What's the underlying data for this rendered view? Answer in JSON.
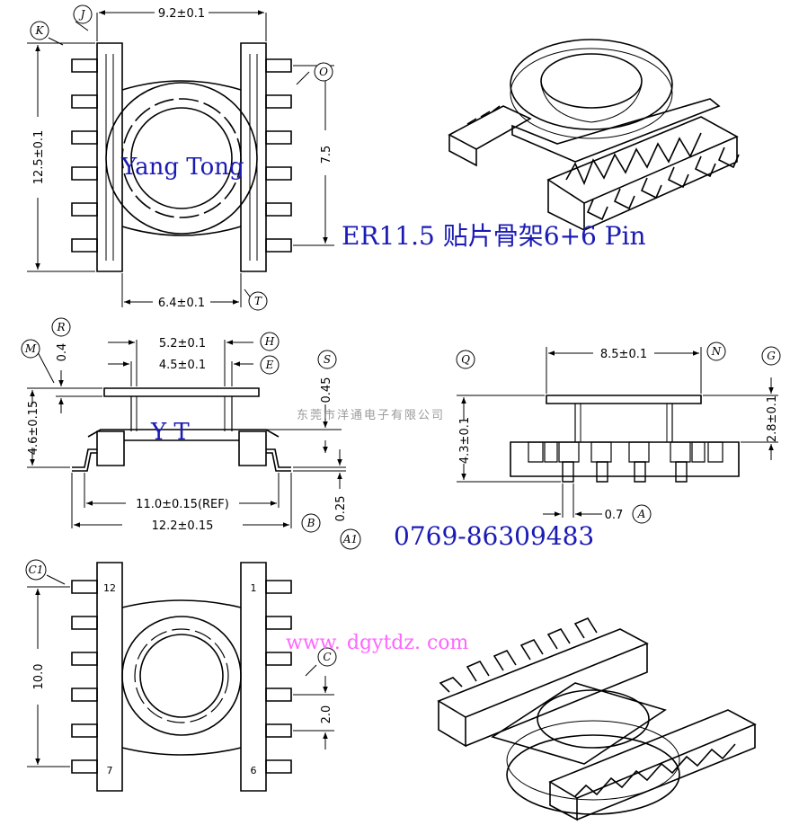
{
  "title": "ER11.5 贴片骨架6+6 Pin",
  "brand": "Yang Tong",
  "brand_short": "Y T",
  "watermark": "东莞市洋通电子有限公司",
  "phone": "0769-86309483",
  "website": "www. dgytdz. com",
  "top_view": {
    "width": "9.2±0.1",
    "height": "12.5±0.1",
    "pitch_span": "7.5",
    "inner_width": "6.4±0.1",
    "labels": {
      "J": "J",
      "K": "K",
      "O": "O",
      "T": "T"
    }
  },
  "side_view": {
    "top_width": "5.2±0.1",
    "inner_top_width": "4.5±0.1",
    "flange_thickness": "0.4",
    "flange_thickness_right": "0.45",
    "total_height": "4.6±0.15",
    "pin_span_ref": "11.0±0.15(REF)",
    "overall_width": "12.2±0.15",
    "pin_thickness": "0.25",
    "labels": {
      "R": "R",
      "M": "M",
      "H": "H",
      "E": "E",
      "S": "S",
      "B": "B",
      "A1": "A1"
    }
  },
  "end_view": {
    "width": "8.5±0.1",
    "height": "4.3±0.1",
    "flange_height": "2.8±0.1",
    "pin_width": "0.7",
    "labels": {
      "Q": "Q",
      "N": "N",
      "G": "G",
      "A": "A"
    }
  },
  "bottom_view": {
    "pin_span": "10.0",
    "pitch": "2.0",
    "pin_numbers": {
      "p12": "12",
      "p1": "1",
      "p7": "7",
      "p6": "6"
    },
    "labels": {
      "C1": "C1",
      "C": "C"
    }
  }
}
